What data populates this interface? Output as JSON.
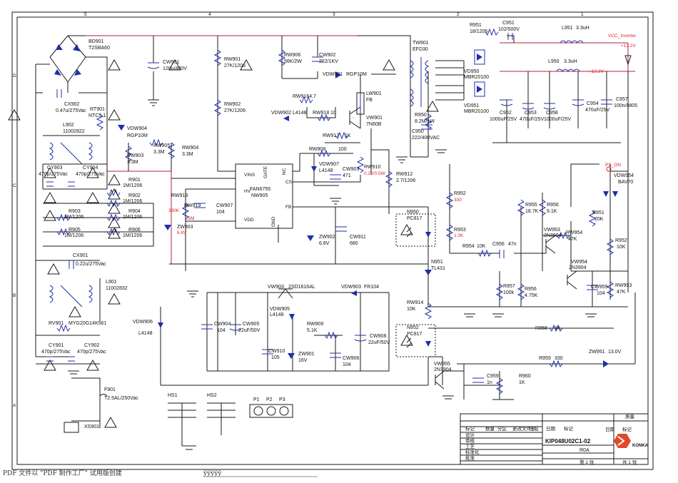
{
  "grid": {
    "top": [
      "5",
      "4",
      "3",
      "2",
      "1"
    ],
    "left": [
      "D",
      "C",
      "B",
      "A"
    ]
  },
  "components": {
    "bd901": [
      "BD901",
      "T2SBA60"
    ],
    "cw901": [
      "CW901",
      "120u/400V"
    ],
    "rw901": [
      "RW901",
      "27K/1206"
    ],
    "rw902": [
      "RW902",
      "27K/1206"
    ],
    "rw906": [
      "RW906",
      "56K/2W"
    ],
    "cw902": [
      "CW902",
      "222/1KV"
    ],
    "vdw901": [
      "VDW901",
      "RGP10M"
    ],
    "rw9164": [
      "RW9164.7"
    ],
    "vdw902": [
      "VDW902",
      "L4148"
    ],
    "rw918": [
      "RW918",
      "10"
    ],
    "lw901": [
      "LW901",
      "FB"
    ],
    "vw901": [
      "VW901",
      "7N60B"
    ],
    "rw917": [
      "RW917",
      "1K"
    ],
    "rw908": [
      "RW908",
      "100"
    ],
    "rw910": [
      "RW910",
      "0.22/0.5W"
    ],
    "vdw907": [
      "VDW907",
      "L4148"
    ],
    "cw903": [
      "CW903",
      "471"
    ],
    "ic": [
      "FAN6755",
      "NW905"
    ],
    "ic_pins": [
      "VINS",
      "GATE",
      "NC",
      "HV",
      "CS",
      "VDD",
      "GND",
      "FB"
    ],
    "tw901": [
      "TW901",
      "EFD30"
    ],
    "r950": [
      "R950",
      "8.2M/1W"
    ],
    "c950": [
      "C950",
      "222/400VAC"
    ],
    "r951": [
      "R951",
      "18/1206"
    ],
    "c951": [
      "C951",
      "102/500V"
    ],
    "vd950": [
      "VD950",
      "MBR20100"
    ],
    "vd951": [
      "VD951",
      "MBR20100"
    ],
    "l951": [
      "L951",
      "3.3uH"
    ],
    "l950": [
      "L950",
      "3.3uH"
    ],
    "vcc": [
      "VCC_Inverter",
      "+12.2V",
      "+12.2V"
    ],
    "c952": [
      "C952",
      "1000uF/25V"
    ],
    "c953": [
      "C953",
      "470uF/25V"
    ],
    "c958": [
      "C958",
      "1000uF/25V"
    ],
    "c954": [
      "C954",
      "470uF/25V"
    ],
    "c957": [
      "C957",
      "100n/0805"
    ],
    "cx902": [
      "CX902",
      "0.47u/275Vac"
    ],
    "rt901": [
      "RT901",
      "NTC5.1"
    ],
    "l902": [
      "L902",
      "11002822"
    ],
    "vdw904": [
      "VDW904",
      "RGP10M"
    ],
    "rw905": [
      "RW905",
      "3.3M"
    ],
    "rw904": [
      "RW904",
      "3.3M"
    ],
    "rw903": [
      "RW903",
      "3.3M"
    ],
    "cy903": [
      "CY903",
      "470p/275Vac"
    ],
    "cy904": [
      "CY904",
      "470p/275Vac"
    ],
    "r901": [
      "R901",
      "1M/1206"
    ],
    "r902": [
      "R902",
      "1M/1206"
    ],
    "r903": [
      "R903",
      "1M/1206"
    ],
    "r904": [
      "R904",
      "1M/1206"
    ],
    "r905": [
      "R905",
      "1M/1206"
    ],
    "r906": [
      "R906",
      "1M/1206"
    ],
    "rw913": [
      "RW913",
      "330K"
    ],
    "rw919": [
      "RW919",
      "1.5M"
    ],
    "cw907": [
      "CW907",
      "104"
    ],
    "zw903": [
      "ZW903",
      "6.8V"
    ],
    "zw902": [
      "ZW902",
      "6.8V"
    ],
    "cw911": [
      "CW911",
      "680"
    ],
    "rw912": [
      "RW912",
      "2.7/1206"
    ],
    "n950": [
      "N950",
      "PC817"
    ],
    "r952": [
      "R952",
      "330"
    ],
    "r953": [
      "R953",
      "1.0K"
    ],
    "r954": [
      "R954",
      "10K"
    ],
    "c956": [
      "C956",
      "47n"
    ],
    "n951": [
      "N951",
      "TL431"
    ],
    "r955": [
      "R955",
      "18.7K"
    ],
    "r956": [
      "R956",
      "9.1K"
    ],
    "vw953": [
      "VW953",
      "2N3904"
    ],
    "rw954": [
      "RW954",
      "47K"
    ],
    "vw954": [
      "VW954",
      "2N3904"
    ],
    "r951b": [
      "R951",
      "20K"
    ],
    "r952b": [
      "R952",
      "10K"
    ],
    "r957": [
      "R957",
      "100k"
    ],
    "r956b": [
      "R956",
      "4.75K"
    ],
    "cw959": [
      "CW959",
      "104"
    ],
    "rw953": [
      "RW953",
      "47K"
    ],
    "ps_on": [
      "PS_ON"
    ],
    "vdw954": [
      "VDW954",
      "BAV70"
    ],
    "cx901": [
      "CX901",
      "0.22u/275Vac"
    ],
    "l901": [
      "L901",
      "11002832"
    ],
    "rv901": [
      "RV901",
      "MYG20G14K561"
    ],
    "cy901": [
      "CY901",
      "470p/275Vac"
    ],
    "cy902": [
      "CY902",
      "470p/275Vac"
    ],
    "vdw906": [
      "VDW906",
      "L4148"
    ],
    "vw903": [
      "VW903",
      "2SD1616AL"
    ],
    "vdw905": [
      "VDW905",
      "L4148"
    ],
    "vdw903": [
      "VDW903",
      "FR104"
    ],
    "cw904": [
      "CW904",
      "104"
    ],
    "cw905": [
      "CW905",
      "22uF/50V"
    ],
    "rw909": [
      "RW909",
      "5.1K"
    ],
    "cw908": [
      "CW908",
      "22uF/50V"
    ],
    "cw910": [
      "CW910",
      "105"
    ],
    "zw901": [
      "ZW901",
      "16V"
    ],
    "cw906": [
      "CW906",
      "104"
    ],
    "rw914": [
      "RW914",
      "10K"
    ],
    "n952": [
      "N952",
      "PC817"
    ],
    "r958": [
      "R958",
      "1K"
    ],
    "vw955": [
      "VW955",
      "2N3904"
    ],
    "r959": [
      "R959",
      "330"
    ],
    "zw951": [
      "ZW951",
      "13.0V"
    ],
    "c959": [
      "C959",
      "1n"
    ],
    "r960": [
      "R960",
      "1K"
    ],
    "f901": [
      "F901",
      "T2.5AL/250Vac"
    ],
    "xs901": [
      "XS901"
    ],
    "hs1": [
      "HS1"
    ],
    "hs2": [
      "HS2"
    ],
    "p1": [
      "P1"
    ],
    "p2": [
      "P2"
    ],
    "p3": [
      "P3"
    ]
  },
  "title_block": {
    "doc_no": "KIP048U02C1-02",
    "rev": "R0A",
    "brand": "KONKA",
    "cols": [
      "标记",
      "数量",
      "分区",
      "更改文件号",
      "签名",
      "日期",
      "标记"
    ],
    "rows": [
      "设计",
      "审核",
      "工艺",
      "标准化",
      "批准"
    ],
    "sheet": [
      "第 1 张",
      "共 1 张"
    ],
    "right": [
      "质量",
      "日期",
      "标记"
    ]
  },
  "footer": {
    "watermark": "PDF 文件以 \"PDF 制作工厂\" 试用版创建",
    "link": "ÿÿÿÿÿ"
  }
}
